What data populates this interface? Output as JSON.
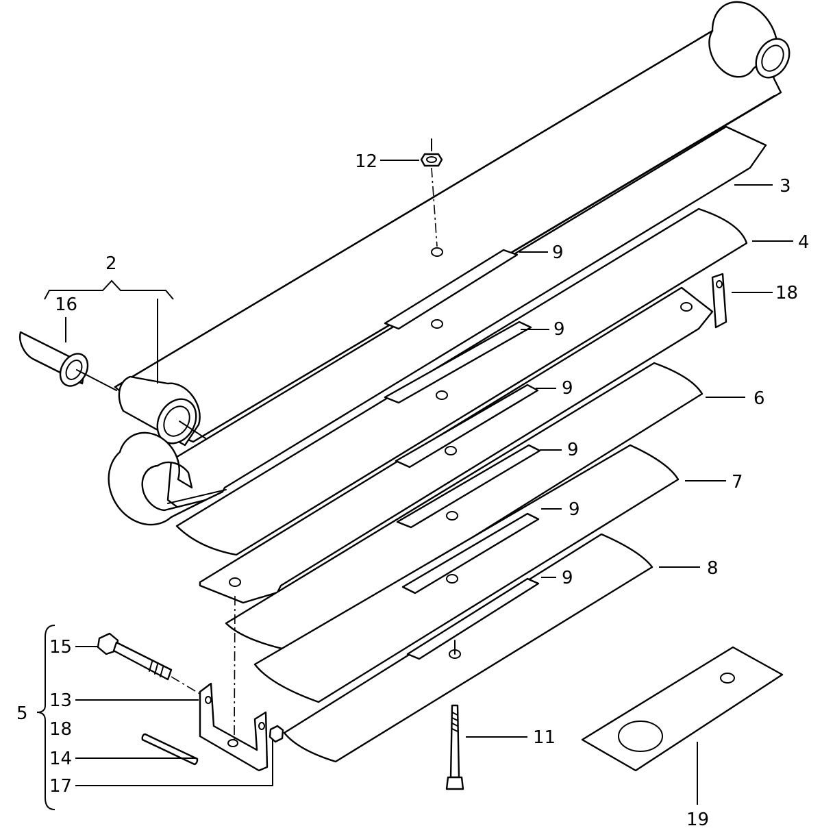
{
  "labels": {
    "l2": "2",
    "l3": "3",
    "l4": "4",
    "l5": "5",
    "l6": "6",
    "l7": "7",
    "l8": "8",
    "l9": "9",
    "l11": "11",
    "l12": "12",
    "l13": "13",
    "l14": "14",
    "l15": "15",
    "l16": "16",
    "l17": "17",
    "l18": "18",
    "l19": "19"
  }
}
